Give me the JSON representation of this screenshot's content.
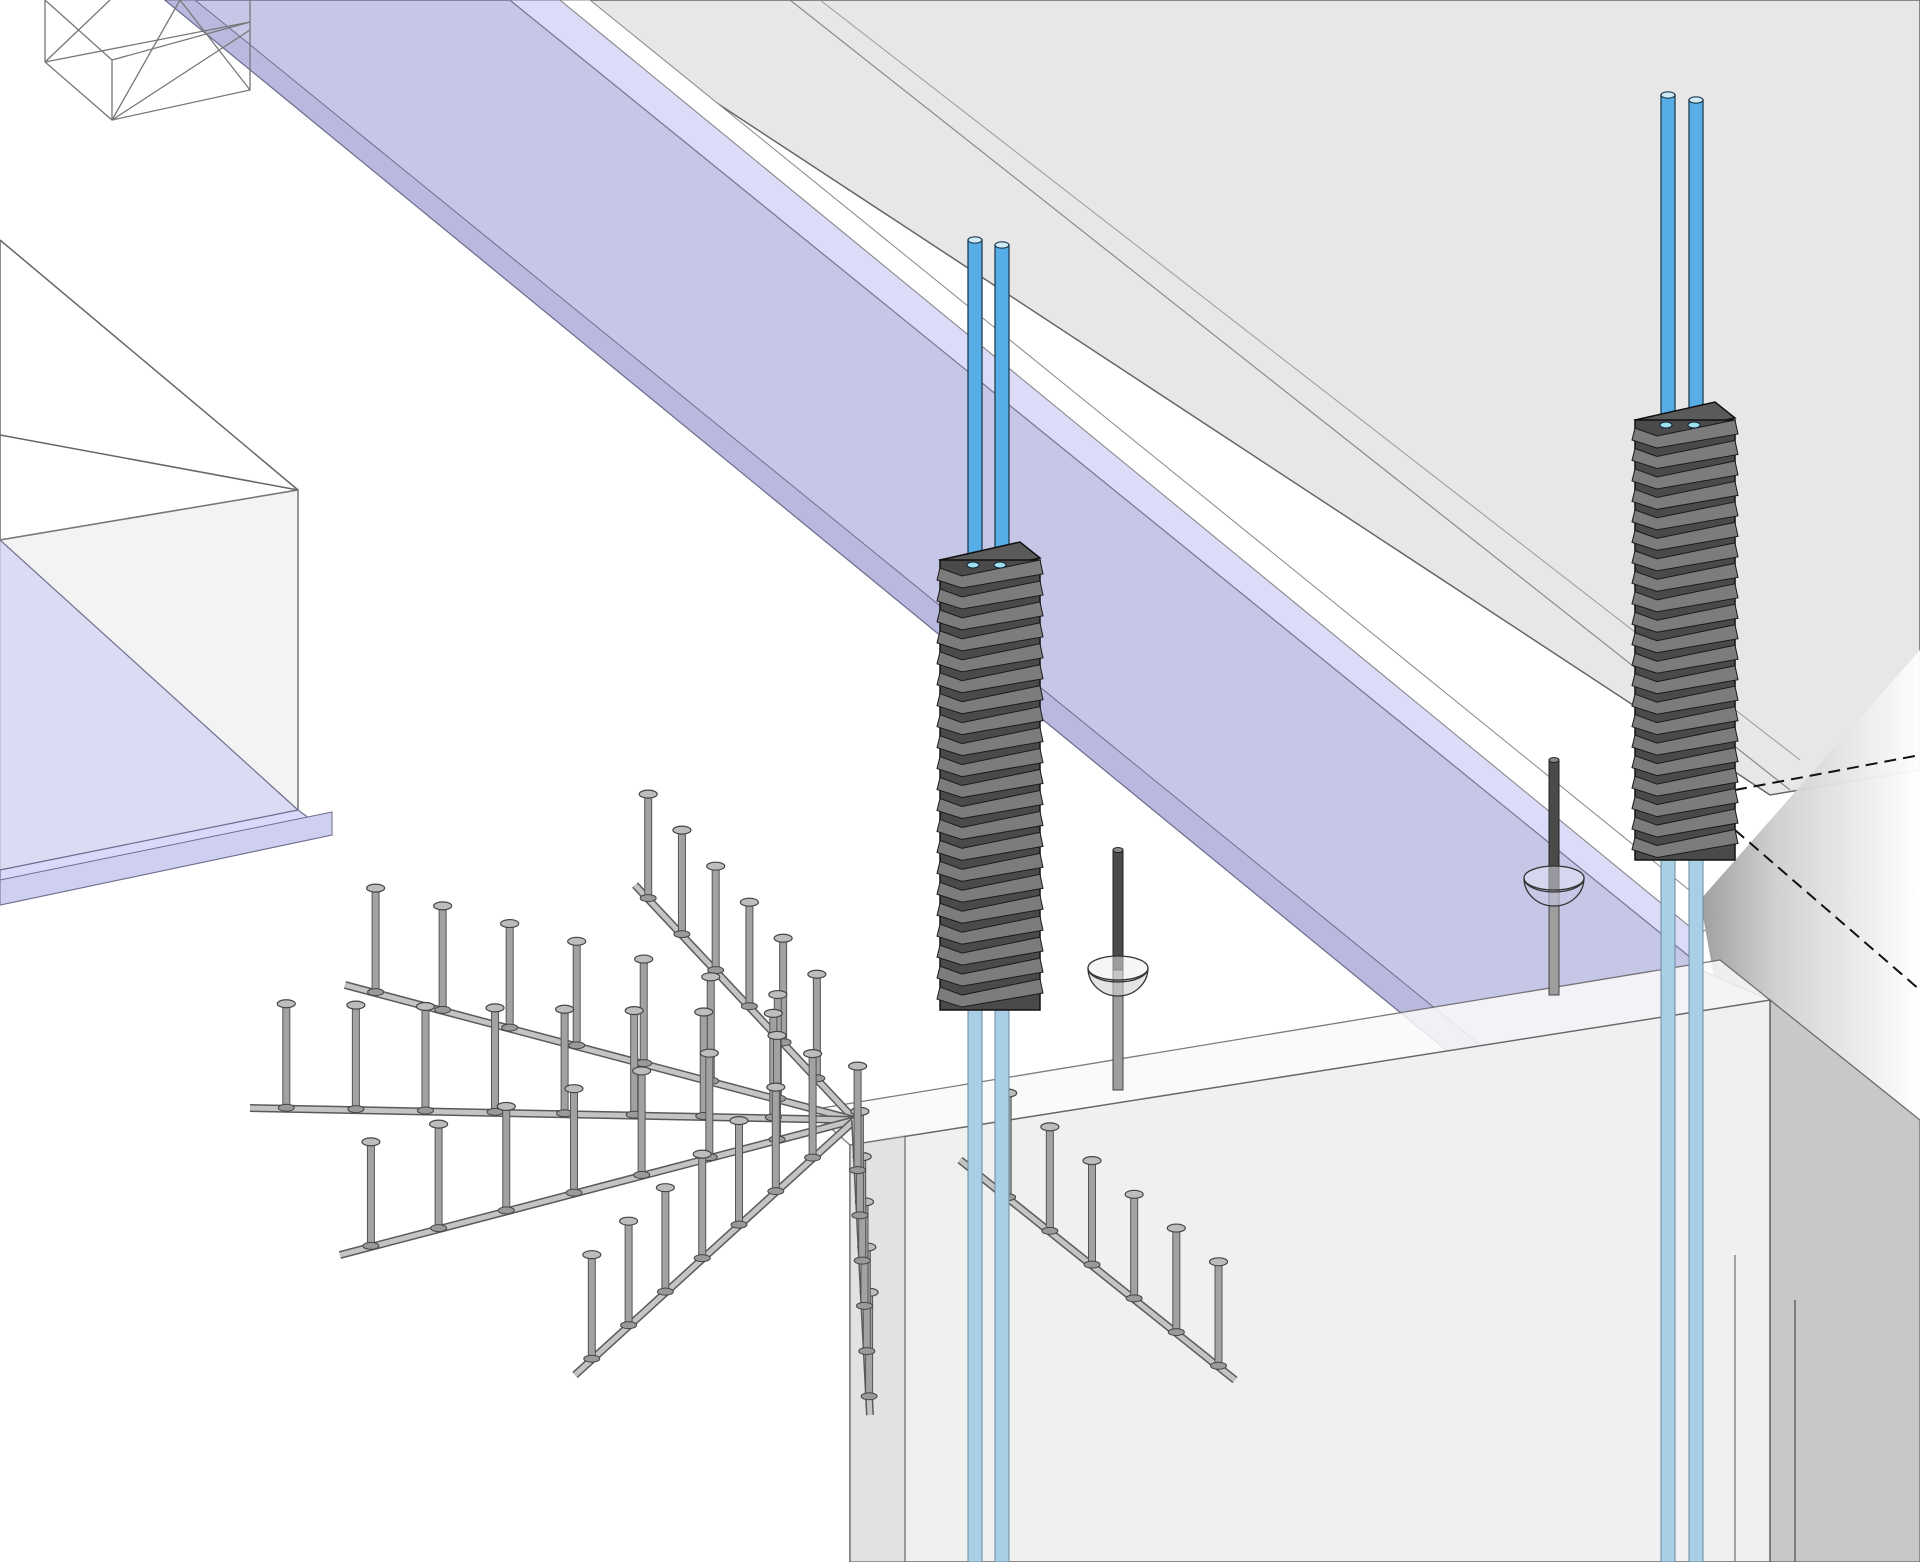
{
  "view": {
    "kind": "isometric-3d-model-viewport",
    "background": "#ffffff"
  },
  "colors": {
    "slab_tint": "#c6c6e6",
    "slab_tint_light": "#dcdcf6",
    "concrete_light": "#eeeeee",
    "concrete_mid": "#d9d9d9",
    "concrete_dark": "#c2c2c2",
    "duct_blue": "#57aee6",
    "duct_ghost": "#a9cfe6",
    "wrap_dark": "#4a4a4a",
    "wrap_mid": "#7c7c7c",
    "stud_grey": "#a2a2a2",
    "edge_line": "#666666"
  },
  "components": {
    "tendons": [
      {
        "id": "tendon-pair-left",
        "ducts": 2,
        "ribbed_sheath": true
      },
      {
        "id": "tendon-pair-right",
        "ducts": 2,
        "ribbed_sheath": true
      }
    ],
    "anchors": [
      {
        "id": "anchor-left",
        "type": "hemispherical-cup"
      },
      {
        "id": "anchor-right",
        "type": "hemispherical-cup"
      }
    ],
    "stud_rails": {
      "rail_count": 7,
      "studs_per_rail": [
        6,
        7,
        8,
        7,
        7,
        6,
        6
      ]
    },
    "truss_frame": {
      "type": "wireframe-box"
    }
  }
}
